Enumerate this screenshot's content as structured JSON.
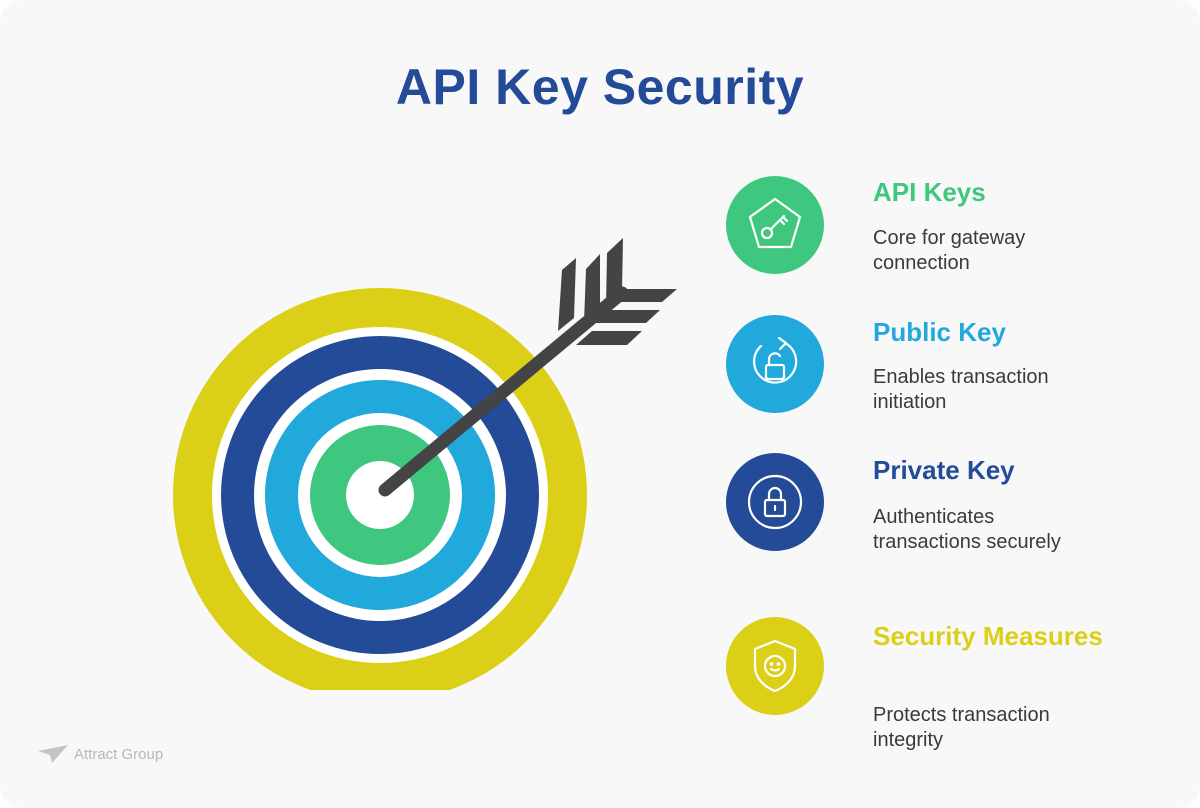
{
  "title": "API Key Security",
  "colors": {
    "title": "#234b97",
    "green": "#3fc77f",
    "cyan": "#22a9dc",
    "navy": "#234b97",
    "yellow": "#dccf17",
    "arrow": "#444444"
  },
  "items": [
    {
      "title": "API Keys",
      "desc": "Core for gateway connection",
      "icon": "key-pentagon-icon",
      "color": "#3fc77f"
    },
    {
      "title": "Public Key",
      "desc": "Enables transaction initiation",
      "icon": "unlock-rotate-icon",
      "color": "#22a9dc"
    },
    {
      "title": "Private Key",
      "desc": "Authenticates transactions securely",
      "icon": "padlock-icon",
      "color": "#234b97"
    },
    {
      "title": "Security Measures",
      "desc": "Protects transaction integrity",
      "icon": "shield-face-icon",
      "color": "#dccf17"
    }
  ],
  "logo": {
    "text": "Attract Group",
    "icon": "paper-plane-icon"
  }
}
